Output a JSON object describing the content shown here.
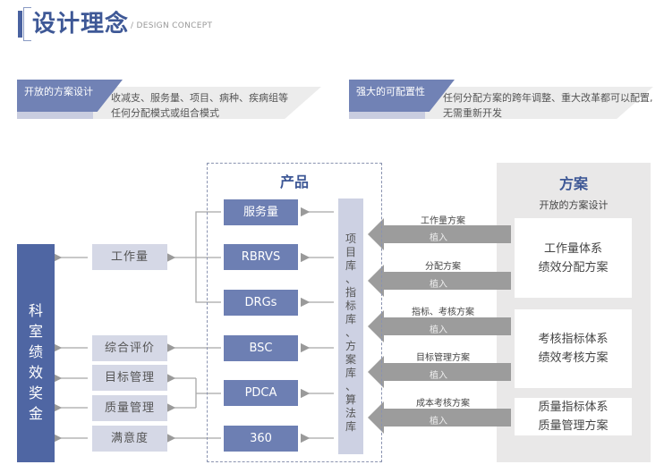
{
  "header": {
    "title": "设计理念",
    "subtitle": "/ DESIGN CONCEPT"
  },
  "banners": [
    {
      "tag": "开放的方案设计",
      "lines": [
        "收减支、服务量、项目、病种、疾病组等",
        "任何分配模式或组合模式"
      ]
    },
    {
      "tag": "强大的可配置性",
      "lines": [
        "任何分配方案的跨年调整、重大改革都可以配置,",
        "无需重新开发"
      ]
    }
  ],
  "bonus": {
    "label": "科室绩效奖金",
    "chars": [
      "科",
      "室",
      "绩",
      "效",
      "奖",
      "金"
    ]
  },
  "left_boxes": [
    "工作量",
    "综合评价",
    "目标管理",
    "质量管理",
    "满意度"
  ],
  "product": {
    "title": "产品",
    "boxes": [
      "服务量",
      "RBRVS",
      "DRGs",
      "BSC",
      "PDCA",
      "360"
    ],
    "library": {
      "label": "项目库、指标库、方案库、算法库",
      "chars": [
        "项",
        "目",
        "库",
        "、",
        "指",
        "标",
        "库",
        "、",
        "方",
        "案",
        "库",
        "、",
        "算",
        "法",
        "库"
      ]
    }
  },
  "plan": {
    "title": "方案",
    "subtitle": "开放的方案设计",
    "cards": [
      [
        "工作量体系",
        "绩效分配方案"
      ],
      [
        "考核指标体系",
        "绩效考核方案"
      ],
      [
        "质量指标体系",
        "质量管理方案"
      ]
    ],
    "arrows": [
      {
        "label": "工作量方案",
        "implant": "植入"
      },
      {
        "label": "分配方案",
        "implant": "植入"
      },
      {
        "label": "指标、考核方案",
        "implant": "植入"
      },
      {
        "label": "目标管理方案",
        "implant": "植入"
      },
      {
        "label": "成本考核方案",
        "implant": "植入"
      }
    ]
  },
  "colors": {
    "primary": "#4f66a3",
    "product_box": "#6d7fb3",
    "title_blue": "#3e5896",
    "light_box": "#d5d8e6",
    "library": "#cdd1e3",
    "panel_grey": "#e9e8e8",
    "arrow_grey": "#9a9a9a"
  }
}
